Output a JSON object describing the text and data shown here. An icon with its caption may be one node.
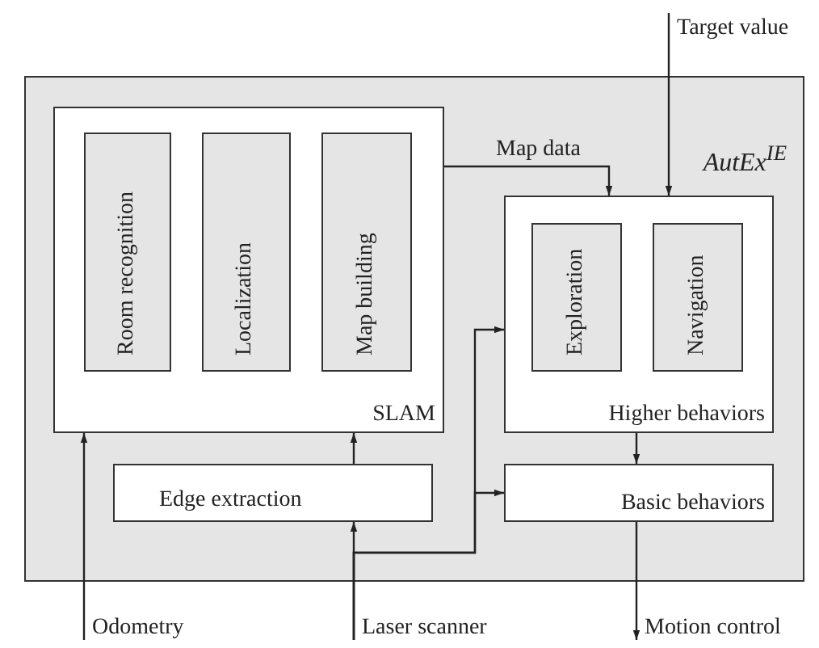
{
  "diagram": {
    "nodes": [
      {
        "text": [
          "AutEx$^{IE}$"
        ]
      },
      {
        "text": [
          "SLAM"
        ],
        "in": 0
      },
      {
        "text": [
          "Room recognition"
        ],
        "in": 1
      },
      {
        "text": [
          "Localization"
        ],
        "in": 1
      },
      {
        "text": [
          "Map building"
        ],
        "in": 1
      },
      {
        "text": [
          "Higher behaviors"
        ],
        "in": 0
      },
      {
        "text": [
          "Exploration"
        ],
        "in": 5
      },
      {
        "text": [
          "Navigation"
        ],
        "in": 5
      },
      {
        "text": [
          "Edge extraction"
        ],
        "in": 0
      },
      {
        "text": [
          "Basic behaviors"
        ],
        "in": 0
      },
      {
        "text": [
          "Odometry"
        ]
      },
      {
        "text": [
          "Laser scanner"
        ]
      },
      {
        "text": [
          "Motion control"
        ]
      },
      {
        "text": [
          "Target value"
        ]
      }
    ],
    "edges": [
      {
        "from": 10,
        "to": 1,
        "arrow": "to"
      },
      {
        "from": 11,
        "to": 8,
        "arrow": "to"
      },
      {
        "from": 11,
        "to": 5,
        "arrow": "to"
      },
      {
        "from": 11,
        "to": 9,
        "arrow": "to"
      },
      {
        "from": 8,
        "to": 1,
        "arrow": "to"
      },
      {
        "from": 1,
        "to": 5,
        "arrow": "to",
        "label": "Map data"
      },
      {
        "from": 13,
        "to": 5,
        "arrow": "to"
      },
      {
        "from": 5,
        "to": 9,
        "arrow": "to"
      },
      {
        "from": 9,
        "to": 12,
        "arrow": "to"
      }
    ]
  }
}
